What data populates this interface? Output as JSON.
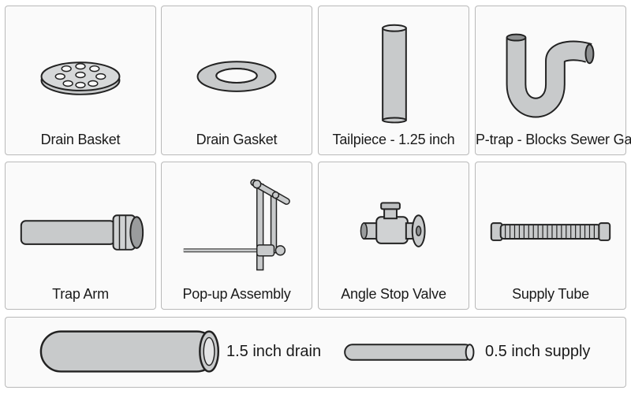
{
  "parts": [
    {
      "label": "Drain Basket",
      "icon": "drain-basket-icon"
    },
    {
      "label": "Drain Gasket",
      "icon": "drain-gasket-icon"
    },
    {
      "label": "Tailpiece - 1.25 inch",
      "icon": "tailpiece-icon"
    },
    {
      "label": "P-trap - Blocks Sewer Gas",
      "icon": "p-trap-icon"
    },
    {
      "label": "Trap Arm",
      "icon": "trap-arm-icon"
    },
    {
      "label": "Pop-up Assembly",
      "icon": "pop-up-assembly-icon"
    },
    {
      "label": "Angle Stop Valve",
      "icon": "angle-stop-valve-icon"
    },
    {
      "label": "Supply Tube",
      "icon": "supply-tube-icon"
    }
  ],
  "legend": {
    "drain_label": "1.5 inch drain",
    "supply_label": "0.5 inch supply"
  },
  "colors": {
    "pipe_fill": "#c8cacb",
    "outline": "#222222",
    "card_border": "#b9b9b9"
  }
}
